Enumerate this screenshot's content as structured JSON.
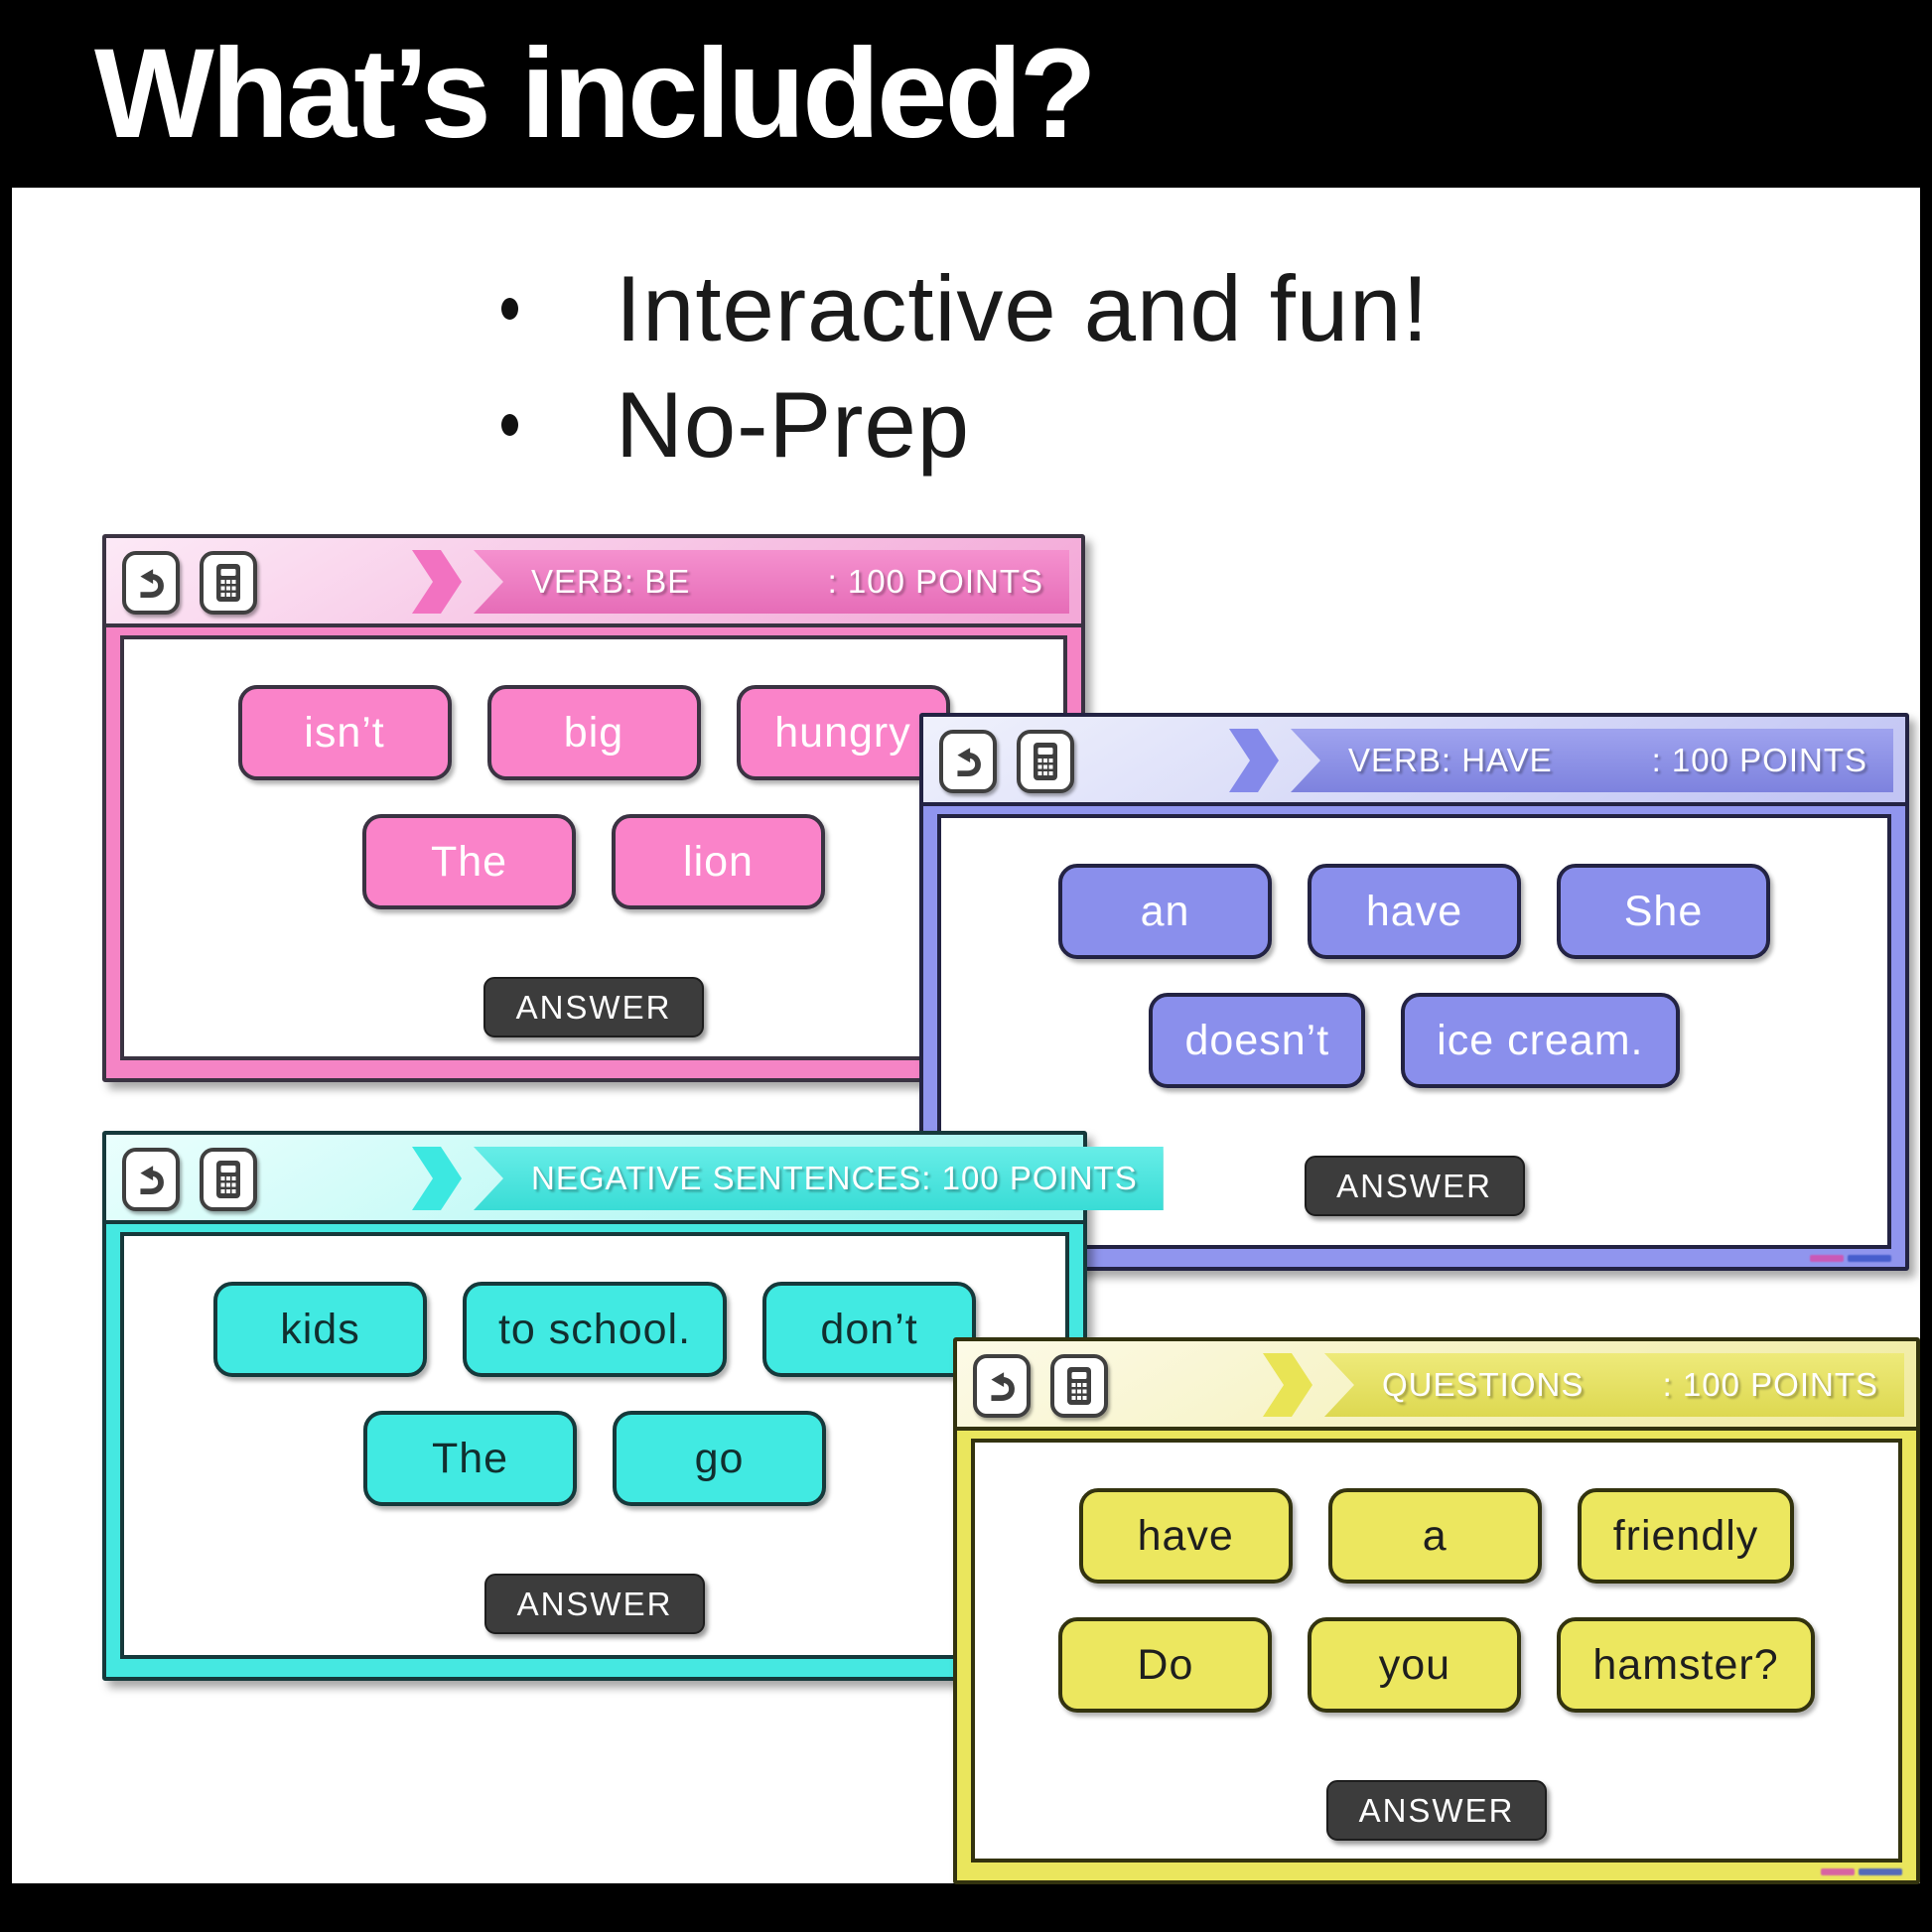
{
  "header": {
    "title": "What’s included?"
  },
  "intro": {
    "bullets": [
      "Interactive and fun!",
      "No-Prep"
    ]
  },
  "icons": {
    "back": "back-icon",
    "calculator": "calculator-icon",
    "ribbon_flag": "ribbon-flag-icon"
  },
  "ui": {
    "page_bg": "#000000",
    "panel_bg": "#FFFFFF",
    "title_color": "#FFFFFF",
    "bullet_text_color": "#1A1A1A",
    "answer_bg": "#3C3C3C",
    "answer_text": "#FFFFFF"
  },
  "cards": [
    {
      "name": "verb-be",
      "ribbon": {
        "label": "VERB: BE",
        "points": ": 100 POINTS"
      },
      "tiles": {
        "row1": [
          "isn’t",
          "big",
          "hungry"
        ],
        "row2": [
          "The",
          "lion"
        ]
      },
      "answer_label": "ANSWER",
      "colors": {
        "band": "#F272C1",
        "tile": "#FA83C9",
        "header_from": "#FCE9F6",
        "header_to": "#F3A9D8",
        "mat": "#F584C5",
        "border": "#3A3342",
        "tile_text": "#FFFFFF"
      }
    },
    {
      "name": "verb-have",
      "ribbon": {
        "label": "VERB: HAVE",
        "points": ": 100 POINTS"
      },
      "tiles": {
        "row1": [
          "an",
          "have",
          "She"
        ],
        "row2": [
          "doesn’t",
          "ice cream."
        ]
      },
      "answer_label": "ANSWER",
      "colors": {
        "band": "#8489EA",
        "tile": "#8A8FEC",
        "header_from": "#EFF1FC",
        "header_to": "#C2C5F4",
        "mat": "#9095EE",
        "border": "#232343",
        "tile_text": "#FFFFFF"
      }
    },
    {
      "name": "negative-sentences",
      "ribbon": {
        "label": "NEGATIVE SENTENCES",
        "points": ": 100 POINTS"
      },
      "tiles": {
        "row1": [
          "kids",
          "to school.",
          "don’t"
        ],
        "row2": [
          "The",
          "go"
        ]
      },
      "answer_label": "ANSWER",
      "colors": {
        "band": "#3CE8E1",
        "tile": "#41EAE2",
        "header_from": "#EAFFFD",
        "header_to": "#A3F5F0",
        "mat": "#45E8E1",
        "border": "#16393B",
        "tile_text": "#112F2F"
      }
    },
    {
      "name": "questions",
      "ribbon": {
        "label": "QUESTIONS",
        "points": ": 100 POINTS"
      },
      "tiles": {
        "row1": [
          "have",
          "a",
          "friendly"
        ],
        "row2": [
          "Do",
          "you",
          "hamster?"
        ]
      },
      "answer_label": "ANSWER",
      "colors": {
        "band": "#E9E455",
        "tile": "#ECE75F",
        "header_from": "#FCFAE7",
        "header_to": "#F1ECA4",
        "mat": "#EAE65D",
        "border": "#33330F",
        "tile_text": "#1E1E1E"
      }
    }
  ]
}
